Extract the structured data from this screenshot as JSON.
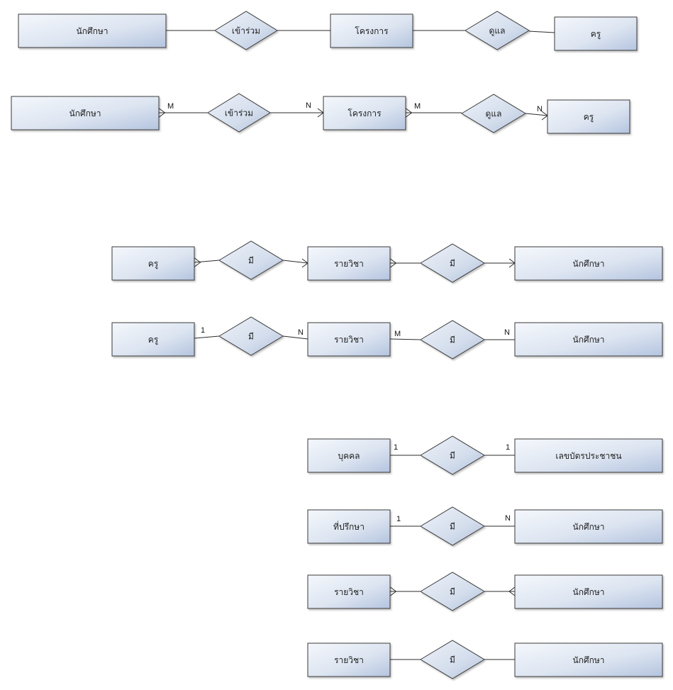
{
  "rows": [
    {
      "id": "row1",
      "entities": [
        {
          "label": "นักศึกษา"
        },
        {
          "label": "โครงการ"
        },
        {
          "label": "ครู"
        }
      ],
      "relationships": [
        {
          "label": "เข้าร่วม"
        },
        {
          "label": "ดูแล"
        }
      ],
      "cardinalities": []
    },
    {
      "id": "row2",
      "entities": [
        {
          "label": "นักศึกษา"
        },
        {
          "label": "โครงการ"
        },
        {
          "label": "ครู"
        }
      ],
      "relationships": [
        {
          "label": "เข้าร่วม"
        },
        {
          "label": "ดูแล"
        }
      ],
      "cardinalities": [
        "M",
        "N",
        "M",
        "N"
      ]
    },
    {
      "id": "row3",
      "entities": [
        {
          "label": "ครู"
        },
        {
          "label": "รายวิชา"
        },
        {
          "label": "นักศึกษา"
        }
      ],
      "relationships": [
        {
          "label": "มี"
        },
        {
          "label": "มี"
        }
      ],
      "cardinalities": []
    },
    {
      "id": "row4",
      "entities": [
        {
          "label": "ครู"
        },
        {
          "label": "รายวิชา"
        },
        {
          "label": "นักศึกษา"
        }
      ],
      "relationships": [
        {
          "label": "มี"
        },
        {
          "label": "มี"
        }
      ],
      "cardinalities": [
        "1",
        "N",
        "M",
        "N"
      ]
    },
    {
      "id": "row5",
      "entities": [
        {
          "label": "บุคคล"
        },
        {
          "label": "เลขบัตรประชาชน"
        }
      ],
      "relationships": [
        {
          "label": "มี"
        }
      ],
      "cardinalities": [
        "1",
        "1"
      ]
    },
    {
      "id": "row6",
      "entities": [
        {
          "label": "ที่ปรึกษา"
        },
        {
          "label": "นักศึกษา"
        }
      ],
      "relationships": [
        {
          "label": "มี"
        }
      ],
      "cardinalities": [
        "1",
        "N"
      ]
    },
    {
      "id": "row7",
      "entities": [
        {
          "label": "รายวิชา"
        },
        {
          "label": "นักศึกษา"
        }
      ],
      "relationships": [
        {
          "label": "มี"
        }
      ],
      "cardinalities": []
    },
    {
      "id": "row8",
      "entities": [
        {
          "label": "รายวิชา"
        },
        {
          "label": "นักศึกษา"
        }
      ],
      "relationships": [
        {
          "label": "มี"
        }
      ],
      "cardinalities": []
    }
  ],
  "colors": {
    "entity_fill_light": "#f3f6fb",
    "entity_fill_dark": "#b9c8e1",
    "relationship_fill_light": "#eef2f8",
    "relationship_fill_dark": "#bac9e0",
    "stroke": "#3a3a3a"
  }
}
